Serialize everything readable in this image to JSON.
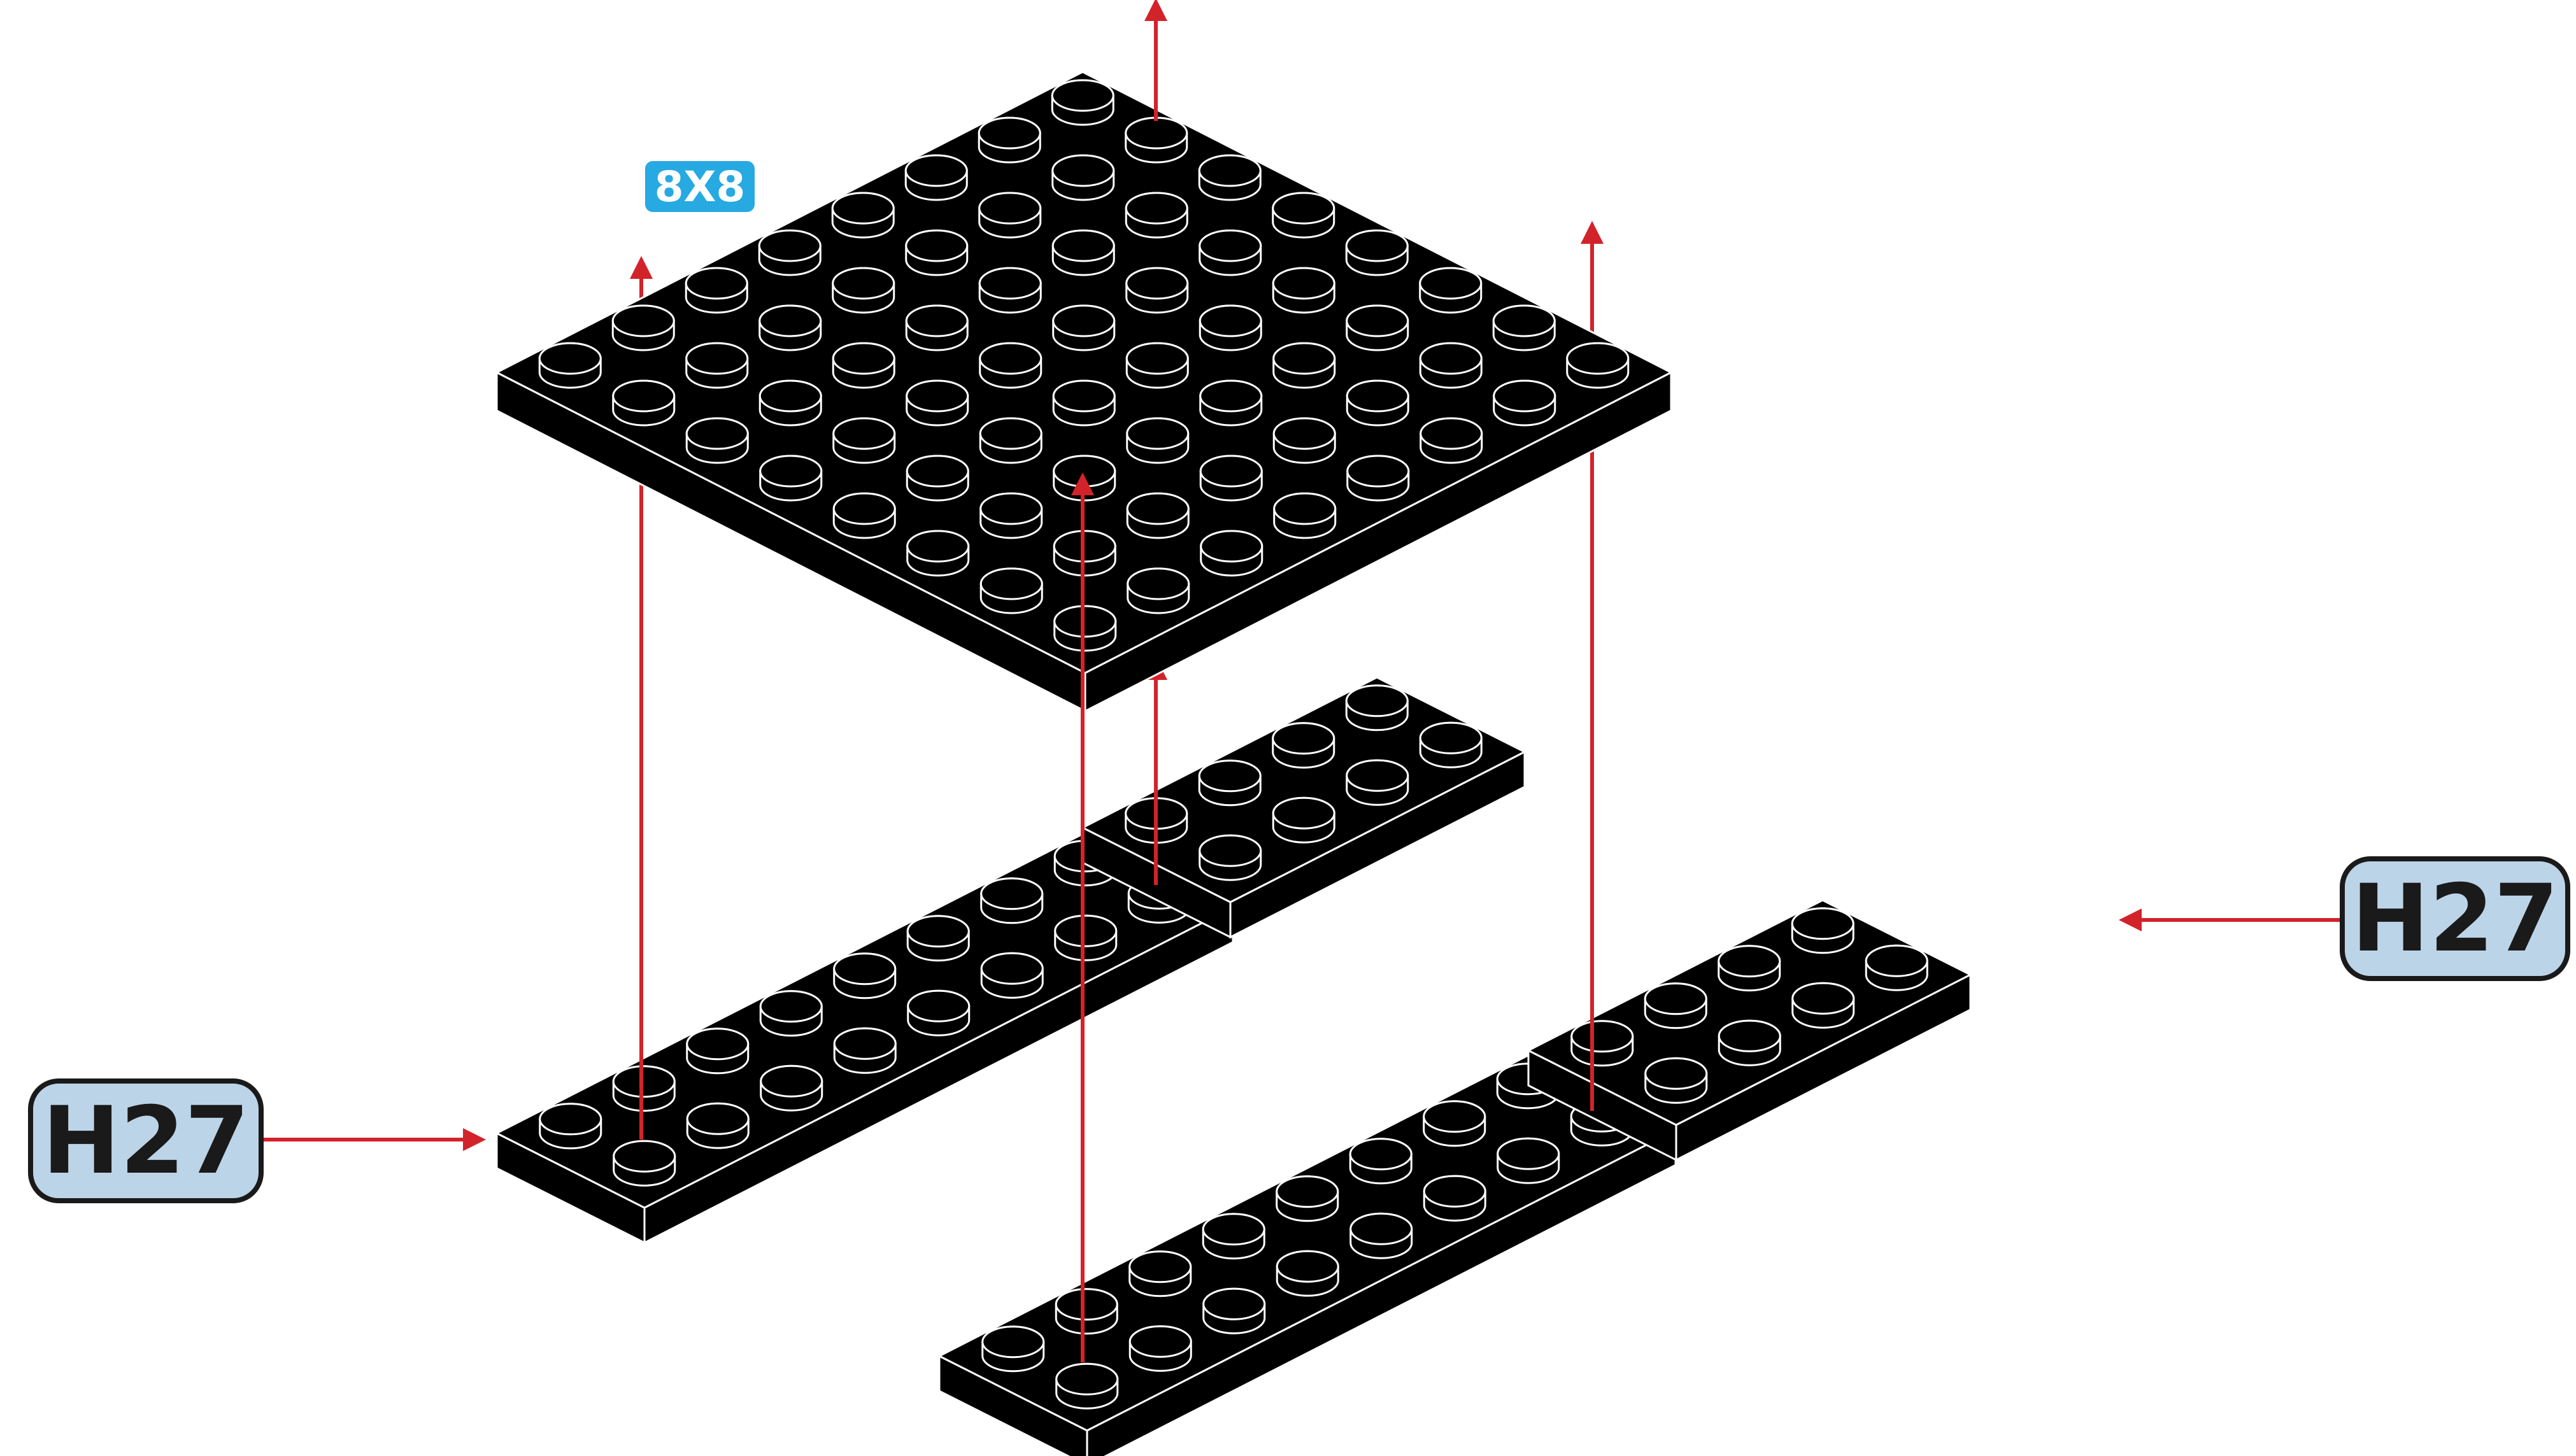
{
  "diagram": {
    "background": "#ffffff",
    "brick_color": "#000000",
    "stud_outline_color": "#ffffff",
    "arrow_color": "#d2232a",
    "tag_fill": "#bcd4e8",
    "badge_color": "#27a9e1"
  },
  "labels": {
    "plate_size": "8X8",
    "left_part_code": "H27",
    "right_part_code": "H27"
  },
  "parts": [
    {
      "name": "plate",
      "size": "8X8",
      "role": "top plate"
    },
    {
      "name": "left-plate-assembly",
      "role": "lower left plate"
    },
    {
      "name": "right-plate-assembly",
      "role": "lower right plate"
    }
  ],
  "icons": [
    "up-arrow-icon",
    "right-arrow-icon",
    "left-arrow-icon"
  ]
}
